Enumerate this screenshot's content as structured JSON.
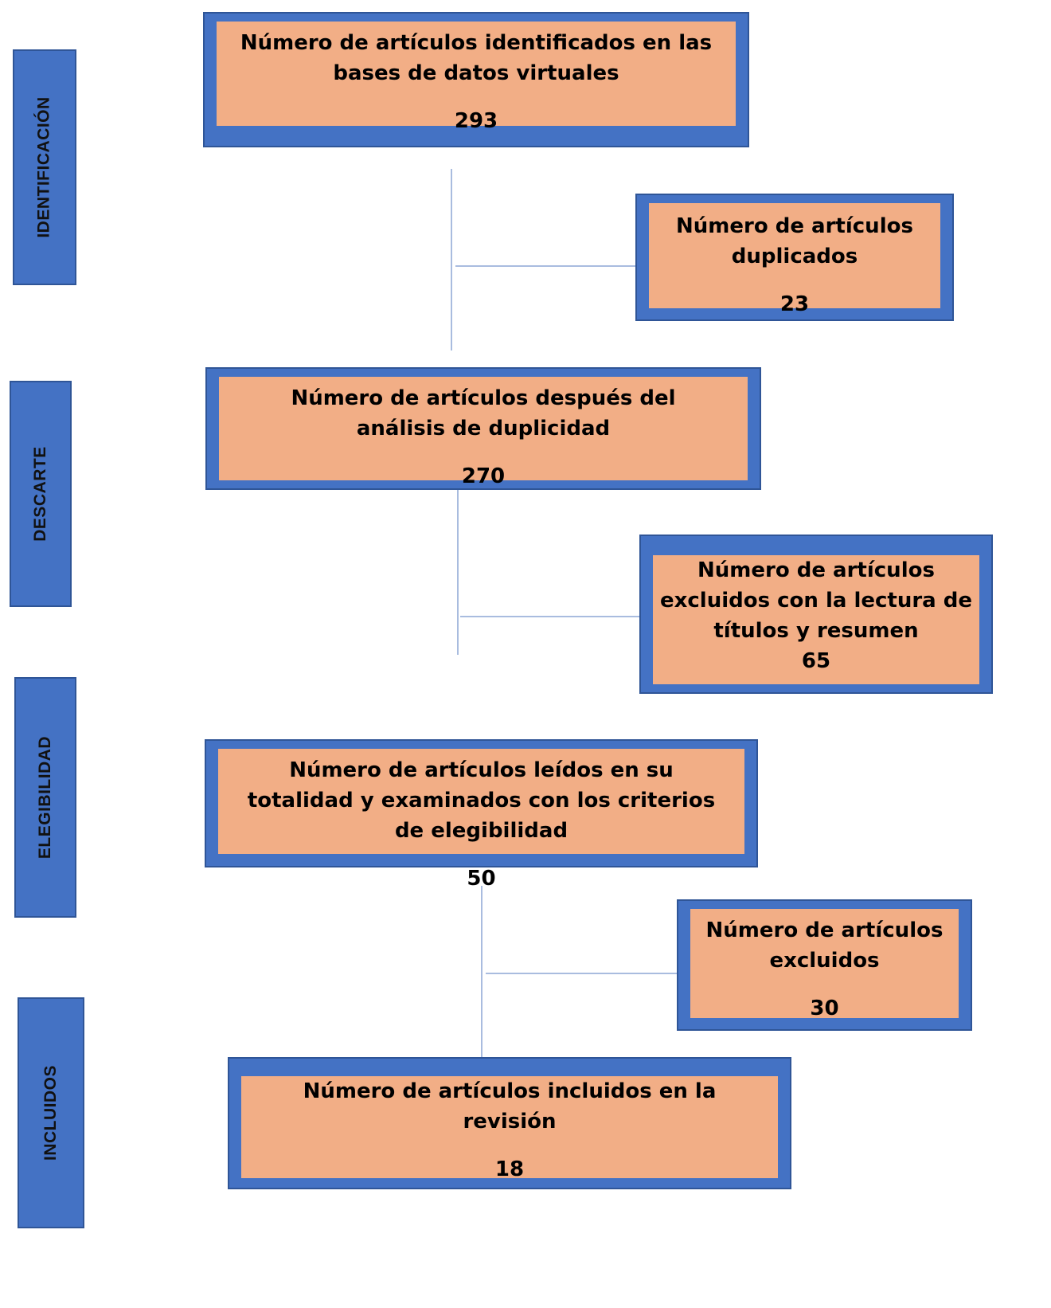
{
  "phases": {
    "identificacion": "IDENTIFICACIÓN",
    "descarte": "DESCARTE",
    "elegibilidad": "ELEGIBILIDAD",
    "incluidos": "INCLUIDOS"
  },
  "boxes": {
    "identified": {
      "text": "Número de artículos identificados en las bases de datos virtuales",
      "count": "293"
    },
    "duplicates": {
      "text": "Número de artículos duplicados",
      "count": "23"
    },
    "after_dedup": {
      "text": "Número de artículos después del análisis de duplicidad",
      "count": "270"
    },
    "excluded_title": {
      "text": "Número de artículos excluidos con la lectura de títulos y resumen",
      "count": "65"
    },
    "full_text": {
      "text": "Número de artículos leídos en su totalidad y examinados con los criterios de elegibilidad",
      "count": "50"
    },
    "excluded": {
      "text": "Número de artículos excluidos",
      "count": "30"
    },
    "included": {
      "text": "Número de artículos incluidos en la revisión",
      "count": "18"
    }
  },
  "colors": {
    "phase_fill": "#4472C4",
    "box_border": "#4472C4",
    "box_fill": "#F2AE86",
    "connector": "#A9BCDF"
  }
}
